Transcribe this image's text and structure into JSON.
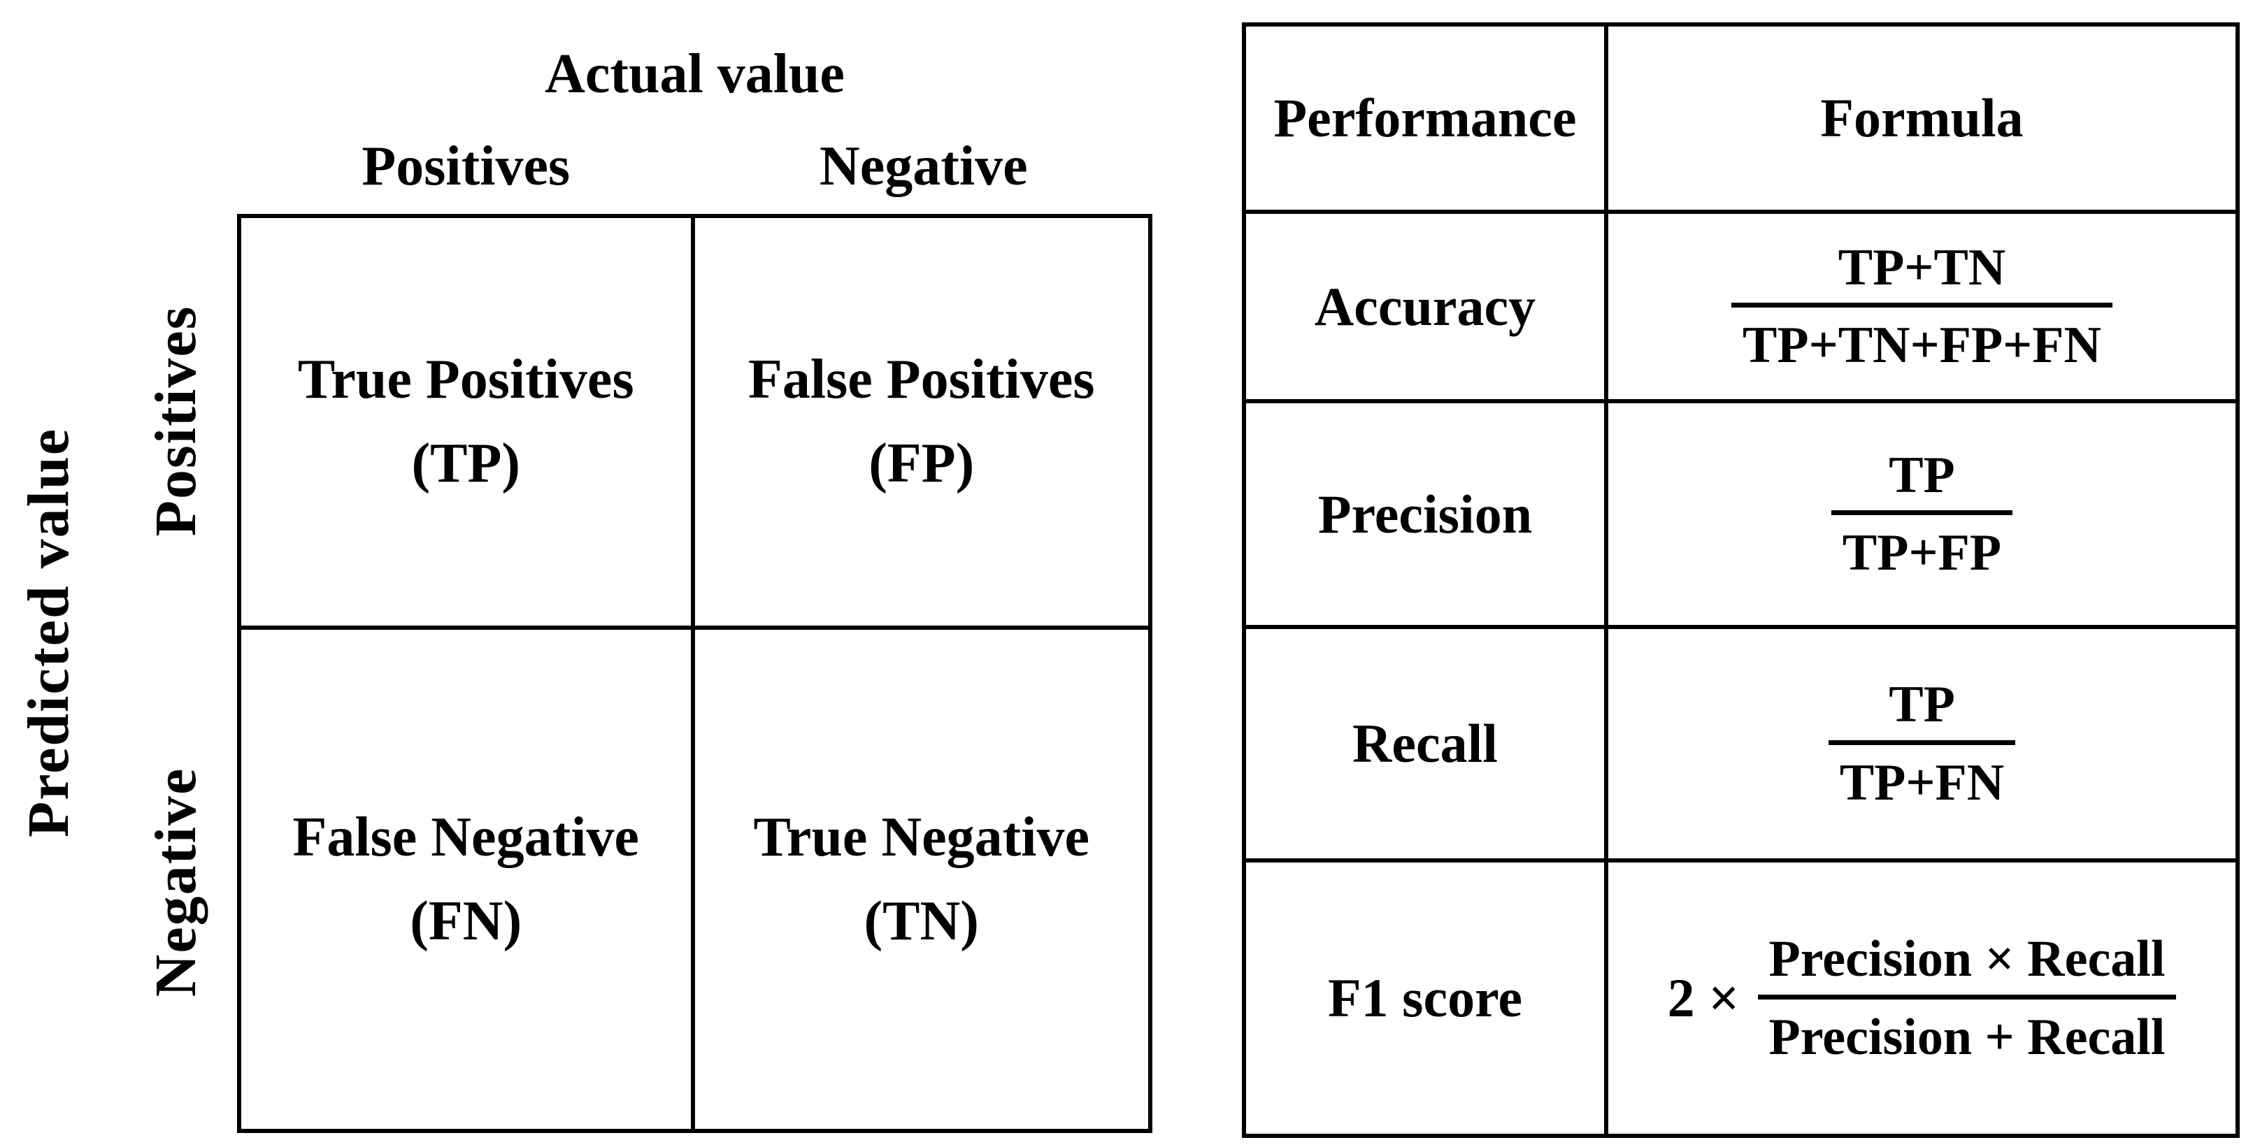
{
  "confusion_matrix": {
    "title": "Actual value",
    "col_axis": {
      "positives": "Positives",
      "negative": "Negative"
    },
    "row_axis_label": "Predicted value",
    "row_axis": {
      "positives": "Positives",
      "negative": "Negative"
    },
    "cells": {
      "top_left": {
        "name": "True Positives",
        "abbr": "(TP)"
      },
      "top_right": {
        "name": "False Positives",
        "abbr": "(FP)"
      },
      "bottom_left": {
        "name": "False Negative",
        "abbr": "(FN)"
      },
      "bottom_right": {
        "name": "True Negative",
        "abbr": "(TN)"
      }
    }
  },
  "metrics_table": {
    "headers": {
      "performance": "Performance",
      "formula": "Formula"
    },
    "rows": [
      {
        "name": "Accuracy",
        "prefix": "",
        "numerator": "TP+TN",
        "denominator": "TP+TN+FP+FN"
      },
      {
        "name": "Precision",
        "prefix": "",
        "numerator": "TP",
        "denominator": "TP+FP"
      },
      {
        "name": "Recall",
        "prefix": "",
        "numerator": "TP",
        "denominator": "TP+FN"
      },
      {
        "name": "F1 score",
        "prefix": "2 ×",
        "numerator": "Precision × Recall",
        "denominator": "Precision + Recall"
      }
    ]
  },
  "colors": {
    "text": "#000000",
    "background": "#ffffff",
    "border": "#000000"
  }
}
